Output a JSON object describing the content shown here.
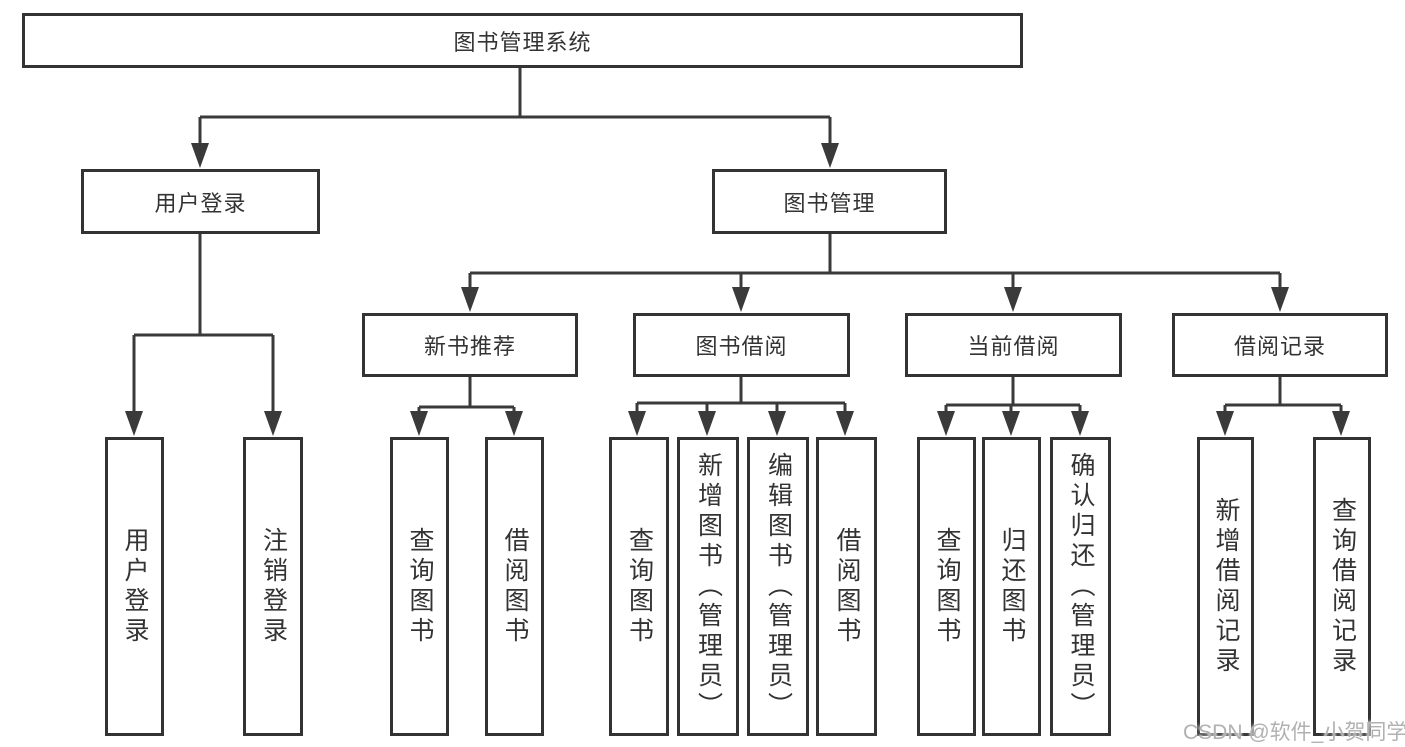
{
  "diagram": {
    "type": "tree",
    "nodes": {
      "root": "图书管理系统",
      "login": "用户登录",
      "mgmt": "图书管理",
      "leaf_login": "用户登录",
      "leaf_logout": "注销登录",
      "rec": "新书推荐",
      "borrow": "图书借阅",
      "current": "当前借阅",
      "records": "借阅记录",
      "rec_query": "查询图书",
      "rec_borrow": "借阅图书",
      "bor_query": "查询图书",
      "bor_add": "新增图书（管理员）",
      "bor_edit": "编辑图书（管理员）",
      "bor_borrow": "借阅图书",
      "cur_query": "查询图书",
      "cur_return": "归还图书",
      "cur_confirm": "确认归还（管理员）",
      "recd_add": "新增借阅记录",
      "recd_query": "查询借阅记录"
    },
    "edges": [
      [
        "root",
        "login"
      ],
      [
        "root",
        "mgmt"
      ],
      [
        "login",
        "leaf_login"
      ],
      [
        "login",
        "leaf_logout"
      ],
      [
        "mgmt",
        "rec"
      ],
      [
        "mgmt",
        "borrow"
      ],
      [
        "mgmt",
        "current"
      ],
      [
        "mgmt",
        "records"
      ],
      [
        "rec",
        "rec_query"
      ],
      [
        "rec",
        "rec_borrow"
      ],
      [
        "borrow",
        "bor_query"
      ],
      [
        "borrow",
        "bor_add"
      ],
      [
        "borrow",
        "bor_edit"
      ],
      [
        "borrow",
        "bor_borrow"
      ],
      [
        "current",
        "cur_query"
      ],
      [
        "current",
        "cur_return"
      ],
      [
        "current",
        "cur_confirm"
      ],
      [
        "records",
        "recd_add"
      ],
      [
        "records",
        "recd_query"
      ]
    ],
    "colors": {
      "line": "#3a3a3a",
      "border": "#333333",
      "text": "#333333",
      "background": "#ffffff",
      "watermark": "#b1b1b1"
    }
  },
  "watermark": "CSDN @软件_小贺同学"
}
